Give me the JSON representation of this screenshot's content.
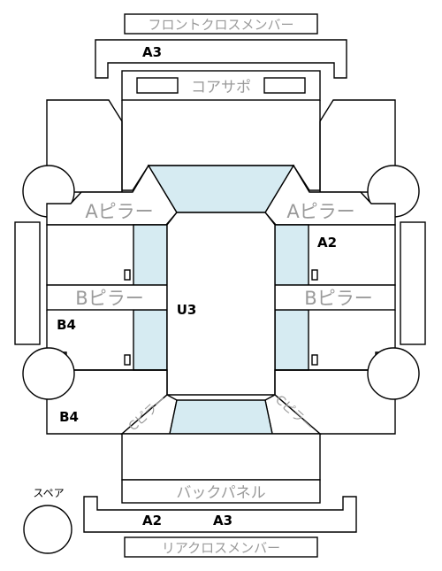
{
  "labels": {
    "front_cross_member": "フロントクロスメンバー",
    "core_support": "コアサポ",
    "a_pillar_left": "Aピラー",
    "a_pillar_right": "Aピラー",
    "b_pillar_left": "Bピラー",
    "b_pillar_right": "Bピラー",
    "c_pillar_left": "Cピラー",
    "c_pillar_right": "Cピラー",
    "back_panel": "バックパネル",
    "rear_cross_member": "リアクロスメンバー",
    "spare": "スペア"
  },
  "codes": {
    "front_cross_member": "A3",
    "right_a_pillar_area": "A2",
    "roof": "U3",
    "left_b_pillar_area": "B4",
    "left_rear": "B4",
    "rear_cross_member_1": "A2",
    "rear_cross_member_2": "A3"
  },
  "colors": {
    "glass": "#d6ebf2",
    "outline": "#000000",
    "label_gray": "#9a9a9a"
  }
}
